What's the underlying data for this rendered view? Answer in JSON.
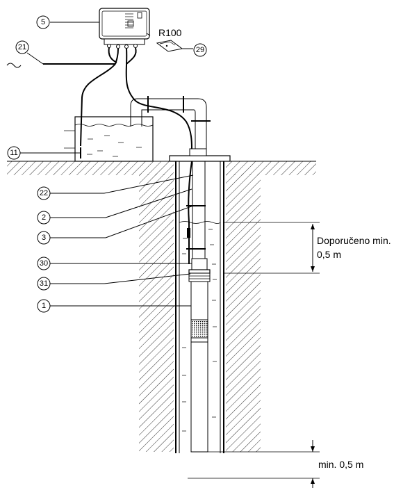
{
  "callouts": [
    "5",
    "21",
    "29",
    "11",
    "22",
    "2",
    "3",
    "30",
    "31",
    "1"
  ],
  "labels": {
    "remote": "R100",
    "recommended_line1": "Doporučeno min.",
    "recommended_line2": "0,5 m",
    "bottom_distance": "min. 0,5 m"
  }
}
